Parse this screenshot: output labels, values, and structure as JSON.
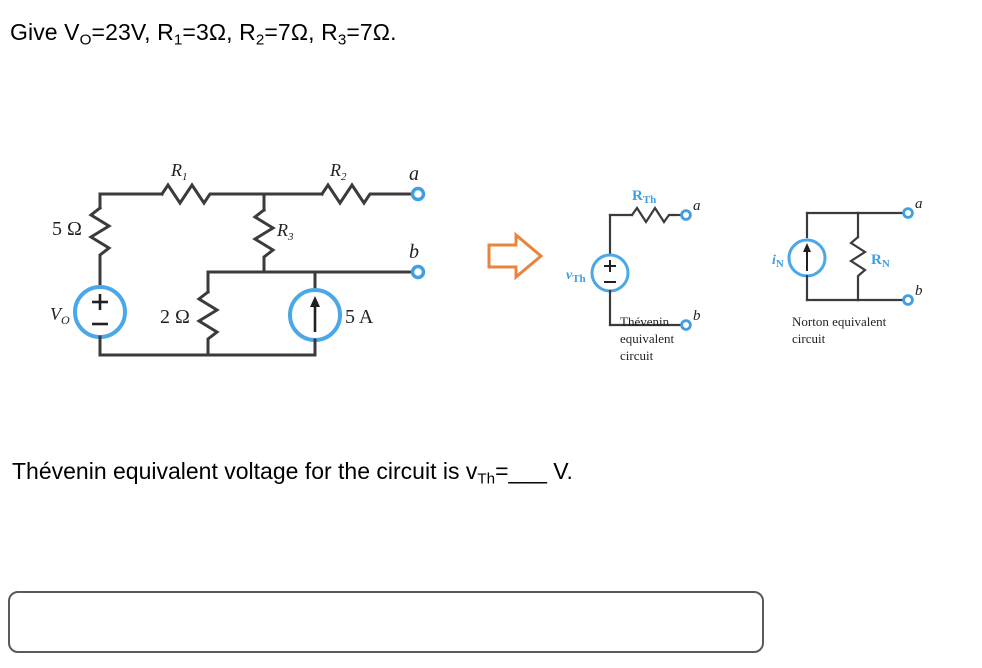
{
  "prompt": {
    "given_prefix": "Give V",
    "given_sub_o": "O",
    "given_v": "=23V, R",
    "given_sub_1": "1",
    "given_r1": "=3Ω, R",
    "given_sub_2": "2",
    "given_r2": "=7Ω, R",
    "given_sub_3": "3",
    "given_r3": "=7Ω."
  },
  "answer_line": {
    "text_before": "Thévenin equivalent voltage for the circuit is v",
    "subscript": "Th",
    "text_after": "=___ V."
  },
  "answer_input": {
    "value": "",
    "placeholder": ""
  },
  "figure": {
    "original_circuit": {
      "source_label": "V",
      "source_sub": "O",
      "source_plus": "+",
      "source_minus": "−",
      "r_series_label": "5 Ω",
      "r_parallel_label": "2 Ω",
      "r1_label": "R",
      "r1_sub": "1",
      "r2_label": "R",
      "r2_sub": "2",
      "r3_label": "R",
      "r3_sub": "3",
      "current_source_label": "5 A",
      "terminal_a": "a",
      "terminal_b": "b"
    },
    "transition_arrow": {
      "name": "right-arrow",
      "color": "#e8843c"
    },
    "thevenin": {
      "resistor_label": "R",
      "resistor_sub": "Th",
      "source_label": "v",
      "source_sub": "Th",
      "source_plus": "+",
      "source_minus": "−",
      "terminal_a": "a",
      "terminal_b": "b",
      "caption_line1": "Thévenin",
      "caption_line2": "equivalent",
      "caption_line3": "circuit"
    },
    "norton": {
      "source_label": "i",
      "source_sub": "N",
      "resistor_label": "R",
      "resistor_sub": "N",
      "terminal_a": "a",
      "terminal_b": "b",
      "caption_line1": "Norton equivalent",
      "caption_line2": "circuit"
    }
  },
  "colors": {
    "wire": "#3b3b3b",
    "source_blue": "#4aa8e8",
    "label_blue": "#3f9fe0",
    "arrow_orange": "#e8843c",
    "input_border": "#5a5a5a"
  }
}
